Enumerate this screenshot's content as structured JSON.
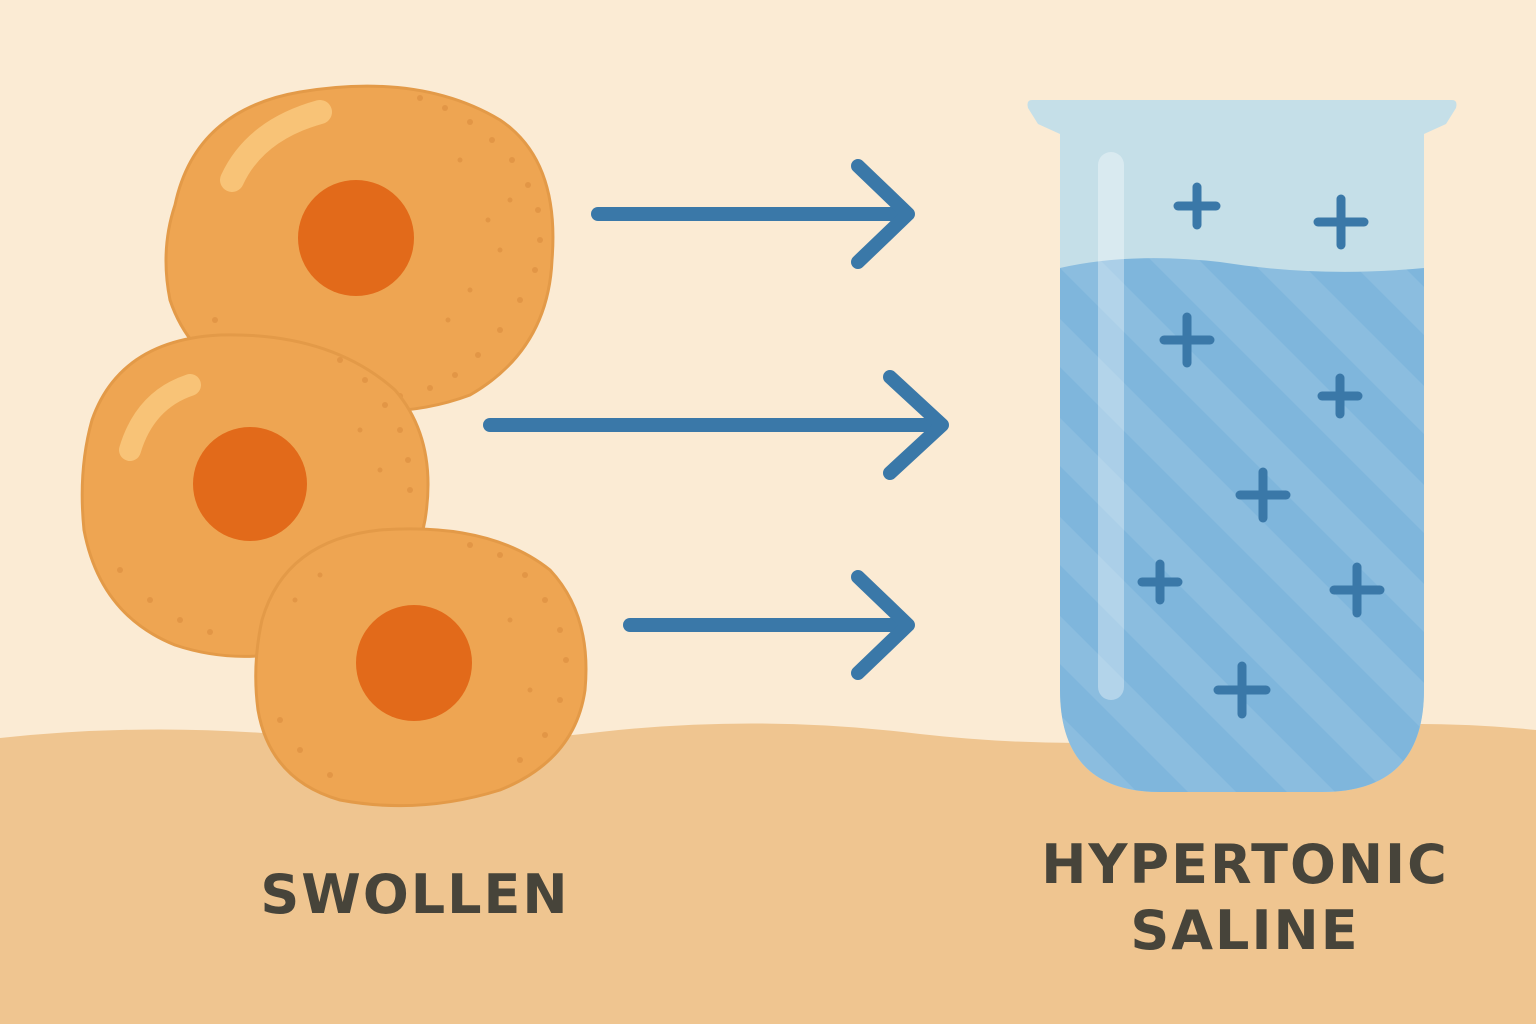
{
  "labels": {
    "cells": "SWOLLEN",
    "solution_line1": "HYPERTONIC",
    "solution_line2": "SALINE"
  },
  "colors": {
    "background": "#fbebd4",
    "ground": "#efc590",
    "cell_body": "#eea552",
    "cell_nucleus": "#e26a1a",
    "arrow": "#3a78a8",
    "beaker_glass": "#c5dfe8",
    "saline_liquid": "#7fb6dc",
    "plus_sign": "#3a78a8",
    "text": "#47443a"
  },
  "icons": {
    "cells": "swollen-cell-icon",
    "arrows": "right-arrow-icon",
    "beaker": "beaker-icon",
    "ions": "plus-icon"
  }
}
